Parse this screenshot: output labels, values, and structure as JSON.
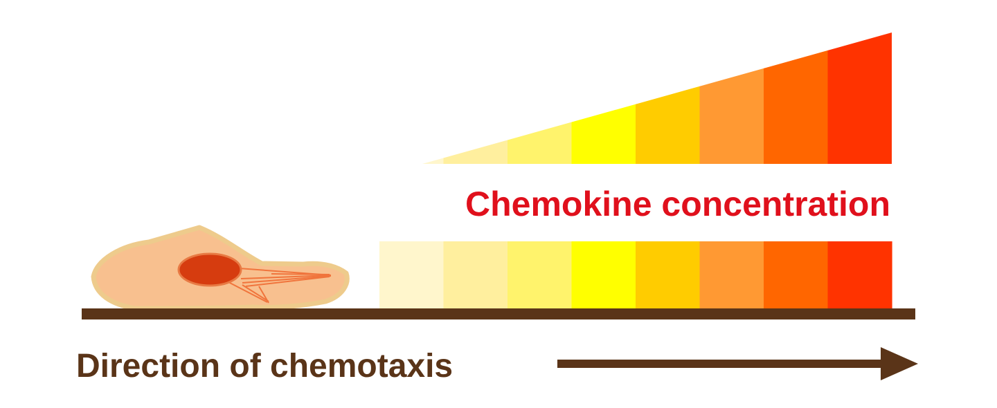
{
  "labels": {
    "concentration": "Chemokine concentration",
    "direction": "Direction of chemotaxis"
  },
  "colors": {
    "background": "#ffffff",
    "concentration_text": "#e0101c",
    "direction_text": "#5a3418",
    "ground": "#5a3418",
    "arrow": "#5a3418",
    "cell_body": "#f8c08f",
    "cell_outline": "#eecb8c",
    "nucleus": "#d63c0f",
    "nucleus_outline": "#e87a44",
    "actin_lines": "#f0743c"
  },
  "gradient": {
    "colors": [
      "#fff6cc",
      "#ffef9e",
      "#fff36c",
      "#ffff00",
      "#ffcc00",
      "#ff9933",
      "#ff6600",
      "#ff3300"
    ]
  },
  "icons": {
    "cell": "migrating-cell",
    "arrow": "right-arrow"
  }
}
